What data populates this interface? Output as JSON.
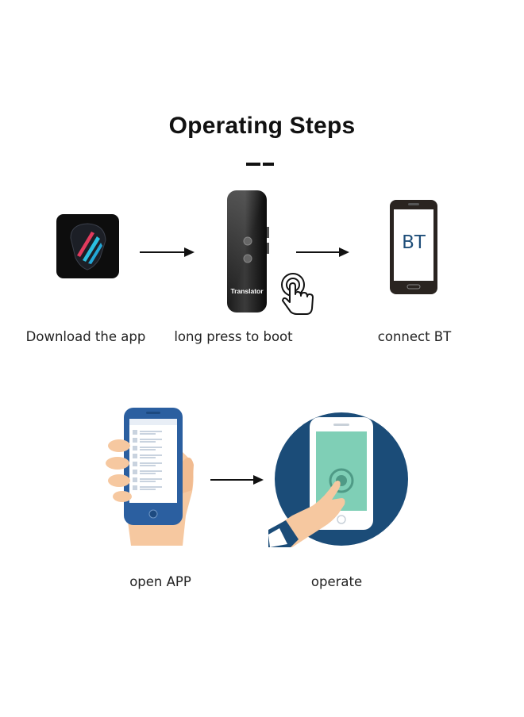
{
  "title": "Operating Steps",
  "steps": {
    "download": {
      "caption": "Download the app"
    },
    "boot": {
      "caption": "long press to boot",
      "device_label": "Translator"
    },
    "connect": {
      "caption": "connect BT",
      "screen_text": "BT"
    },
    "open_app": {
      "caption": "open APP"
    },
    "operate": {
      "caption": "operate"
    }
  },
  "colors": {
    "text": "#222222",
    "bt_text": "#1f4e79",
    "operate_circle": "#1b4c78",
    "operate_screen": "#7fcfb6",
    "phone_frame": "#2b5fa0",
    "app_icon_bg": "#0d0d0d"
  },
  "icons": [
    "app-logo-icon",
    "arrow-right-icon",
    "press-hand-icon",
    "hand-holding-phone-icon",
    "finger-tap-icon"
  ]
}
